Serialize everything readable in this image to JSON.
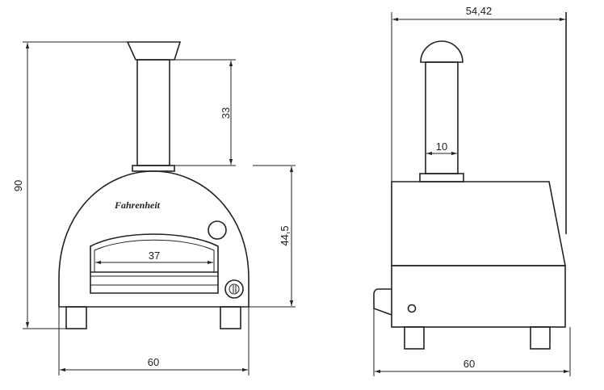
{
  "front_view": {
    "brand_logo": "Fahrenheit",
    "dimensions": {
      "total_height": "90",
      "chimney_height": "33",
      "body_height": "44,5",
      "door_width": "37",
      "width": "60"
    }
  },
  "side_view": {
    "dimensions": {
      "top_depth": "54,42",
      "chimney_diameter": "10",
      "depth": "60"
    }
  }
}
